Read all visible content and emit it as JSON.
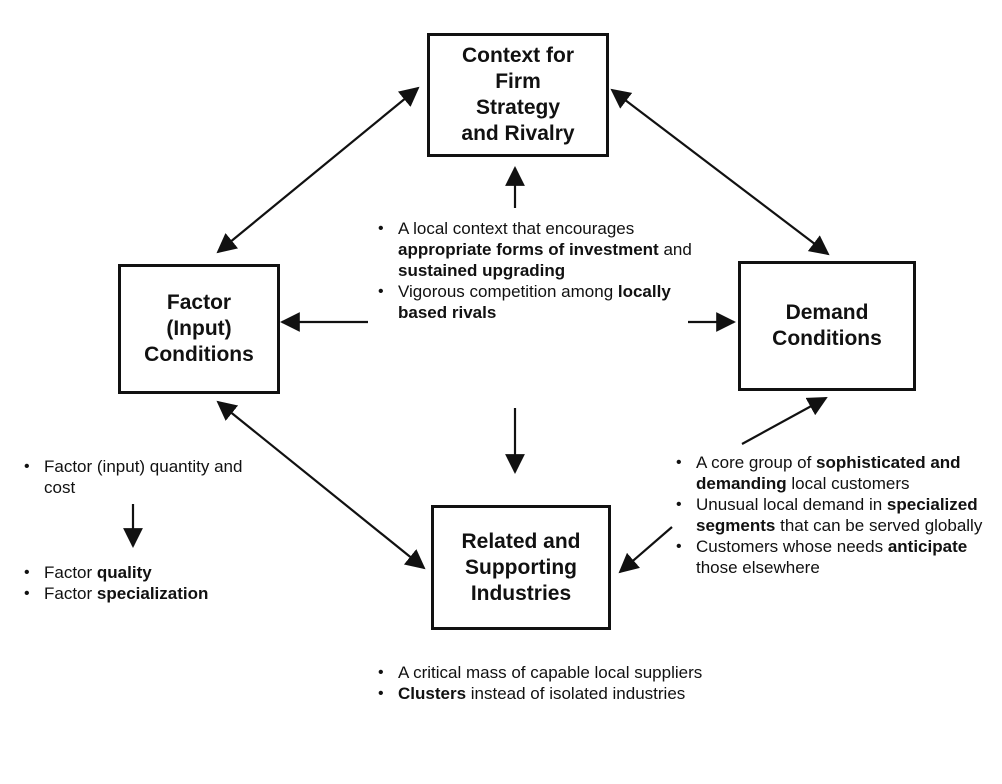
{
  "boxes": {
    "strategy": "Context for\nFirm\nStrategy\nand Rivalry",
    "factor": "Factor\n(Input)\nConditions",
    "demand": "Demand\nConditions",
    "related": "Related and\nSupporting\nIndustries"
  },
  "notes": {
    "strategy": [
      [
        {
          "t": "A local context that encourages "
        },
        {
          "t": "appropriate forms of investment",
          "b": true
        },
        {
          "t": " and "
        },
        {
          "t": "sustained upgrading",
          "b": true
        }
      ],
      [
        {
          "t": "Vigorous competition among "
        },
        {
          "t": "locally based rivals",
          "b": true
        }
      ]
    ],
    "factor": [
      [
        {
          "t": "Factor (input) quantity and cost"
        }
      ]
    ],
    "factor_quality": [
      [
        {
          "t": "Factor "
        },
        {
          "t": "quality",
          "b": true
        }
      ],
      [
        {
          "t": "Factor "
        },
        {
          "t": "specialization",
          "b": true
        }
      ]
    ],
    "demand": [
      [
        {
          "t": "A core group of "
        },
        {
          "t": "sophisticated and demanding",
          "b": true
        },
        {
          "t": " local customers"
        }
      ],
      [
        {
          "t": "Unusual local demand in "
        },
        {
          "t": "specialized segments",
          "b": true
        },
        {
          "t": " that can be served globally"
        }
      ],
      [
        {
          "t": "Customers whose needs "
        },
        {
          "t": "anticipate",
          "b": true
        },
        {
          "t": " those elsewhere"
        }
      ]
    ],
    "related": [
      [
        {
          "t": "A critical mass of capable local suppliers"
        }
      ],
      [
        {
          "t": "Clusters",
          "b": true
        },
        {
          "t": " instead of isolated industries"
        }
      ]
    ]
  }
}
